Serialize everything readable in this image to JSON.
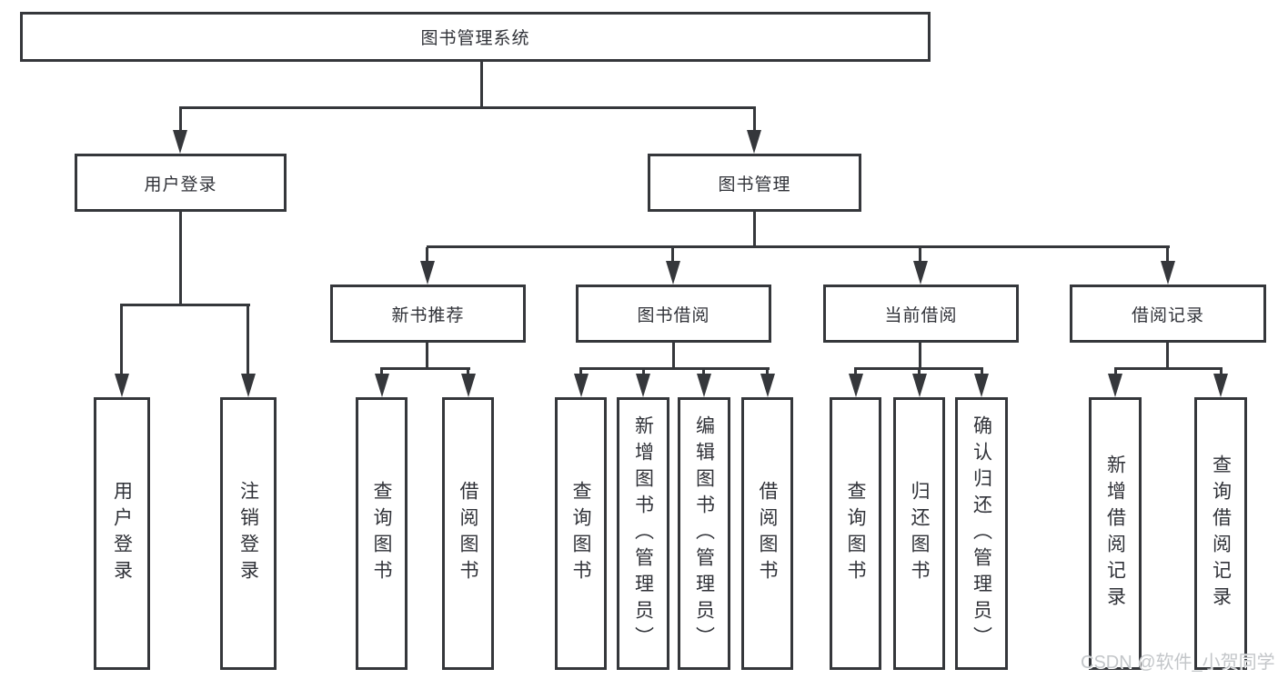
{
  "diagram_title": "图书管理系统",
  "tree": {
    "root": {
      "label": "图书管理系统"
    },
    "user_login": {
      "label": "用户登录",
      "children": [
        {
          "label": "用户登录"
        },
        {
          "label": "注销登录"
        }
      ]
    },
    "book_mgmt": {
      "label": "图书管理",
      "children": [
        {
          "label": "新书推荐",
          "children": [
            {
              "label": "查询图书"
            },
            {
              "label": "借阅图书"
            }
          ]
        },
        {
          "label": "图书借阅",
          "children": [
            {
              "label": "查询图书"
            },
            {
              "label": "新增图书（管理员）"
            },
            {
              "label": "编辑图书（管理员）"
            },
            {
              "label": "借阅图书"
            }
          ]
        },
        {
          "label": "当前借阅",
          "children": [
            {
              "label": "查询图书"
            },
            {
              "label": "归还图书"
            },
            {
              "label": "确认归还（管理员）"
            }
          ]
        },
        {
          "label": "借阅记录",
          "children": [
            {
              "label": "新增借阅记录"
            },
            {
              "label": "查询借阅记录"
            }
          ]
        }
      ]
    }
  },
  "watermark": "CSDN @软件_小贺同学",
  "colors": {
    "line": "#35373b",
    "text": "#303238",
    "background": "#ffffff",
    "watermark": "#c3c6c9"
  }
}
